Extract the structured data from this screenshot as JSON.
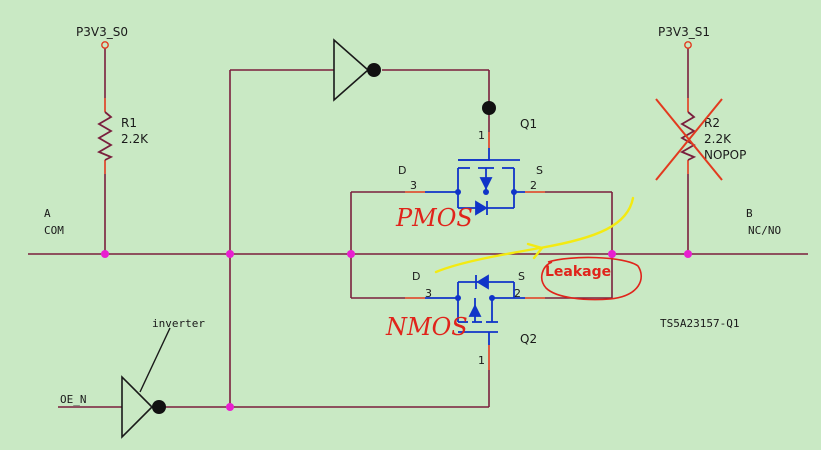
{
  "power": {
    "left_rail": "P3V3_S0",
    "right_rail": "P3V3_S1"
  },
  "resistors": {
    "r1": {
      "ref": "R1",
      "value": "2.2K"
    },
    "r2": {
      "ref": "R2",
      "value": "2.2K",
      "note": "NOPOP"
    }
  },
  "ports": {
    "a_letter": "A",
    "a_name": "COM",
    "b_letter": "B",
    "b_name": "NC/NO",
    "oe": "OE_N"
  },
  "transistors": {
    "q1": {
      "ref": "Q1",
      "drain_letter": "D",
      "source_letter": "S",
      "drain_pin": "3",
      "source_pin": "2",
      "gate_pin": "1"
    },
    "q2": {
      "ref": "Q2",
      "drain_letter": "D",
      "source_letter": "S",
      "drain_pin": "3",
      "source_pin": "2",
      "gate_pin": "1"
    }
  },
  "annotations": {
    "pmos": "PMOS",
    "nmos": "NMOS",
    "leakage": "Leakage",
    "inverter": "inverter",
    "part_number": "TS5A23157-Q1"
  },
  "colors": {
    "background": "#c9e9c4",
    "wire": "#7a1f3d",
    "pin_stub": "#e23a1f",
    "mosfet": "#1034c8",
    "junction": "#e81fd0",
    "handwriting": "#e0241b",
    "highlight": "#f3ea12"
  }
}
